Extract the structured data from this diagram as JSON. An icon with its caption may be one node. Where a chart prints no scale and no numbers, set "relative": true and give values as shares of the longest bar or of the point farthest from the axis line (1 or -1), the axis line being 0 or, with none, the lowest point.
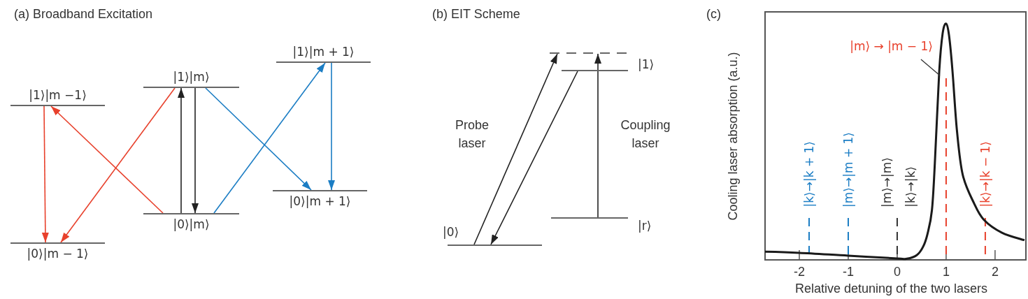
{
  "diagram": {
    "nodes": [
      {
        "text": [
          "|1⟩|m −1⟩"
        ]
      },
      {
        "text": [
          "|0⟩|m − 1⟩"
        ]
      },
      {
        "text": [
          "|1⟩|m⟩"
        ]
      },
      {
        "text": [
          "|0⟩|m⟩"
        ]
      },
      {
        "text": [
          "|1⟩|m + 1⟩"
        ]
      },
      {
        "text": [
          "|0⟩|m + 1⟩"
        ]
      },
      {
        "text": [],
        "shape": "line"
      },
      {
        "text": [
          "|1⟩"
        ]
      },
      {
        "text": [
          "|r⟩"
        ]
      },
      {
        "text": [
          "|0⟩"
        ]
      }
    ],
    "edges": [
      {
        "from": 0,
        "to": 1,
        "arrow": "to",
        "color": "#e8412c"
      },
      {
        "from": 3,
        "to": 0,
        "arrow": "to",
        "color": "#e8412c"
      },
      {
        "from": 2,
        "to": 1,
        "arrow": "to",
        "color": "#e8412c"
      },
      {
        "from": 3,
        "to": 2,
        "arrow": "to"
      },
      {
        "from": 2,
        "to": 3,
        "arrow": "to"
      },
      {
        "from": 2,
        "to": 5,
        "arrow": "to",
        "color": "#1b7dc4"
      },
      {
        "from": 3,
        "to": 4,
        "arrow": "to",
        "color": "#1b7dc4"
      },
      {
        "from": 4,
        "to": 5,
        "arrow": "to",
        "color": "#1b7dc4"
      },
      {
        "from": 9,
        "to": 6,
        "arrow": "to"
      },
      {
        "from": 7,
        "to": 9,
        "arrow": "to"
      },
      {
        "from": 8,
        "to": 6,
        "arrow": "to"
      }
    ],
    "labels": [
      "(a) Broadband Excitation",
      "(b) EIT Scheme",
      "(c)",
      "Probe laser",
      "Coupling laser",
      "|k⟩→|k⟩"
    ],
    "chart_data": {
      "type": "line",
      "xlabel": "Relative detuning of the two lasers",
      "ylabel": "Cooling laser absorption (a.u.)",
      "relative": true,
      "x": [
        -2.7,
        -2,
        -1,
        0,
        0.2,
        0.4,
        0.53,
        0.62,
        0.71,
        0.77,
        0.86,
        0.93,
        1,
        1.06,
        1.13,
        1.22,
        1.34,
        1.57,
        1.77,
        2.14,
        2.6
      ],
      "series": [
        {
          "color": "#1a1a1a",
          "values": [
            0.035,
            0.03,
            0.018,
            0.006,
            0.005,
            0.02,
            0.056,
            0.11,
            0.21,
            0.41,
            0.8,
            0.96,
            1,
            0.95,
            0.8,
            0.55,
            0.36,
            0.24,
            0.17,
            0.115,
            0.083
          ]
        }
      ],
      "xlim": [
        -2.7,
        2.63
      ],
      "xticks": [
        -2,
        -1,
        0,
        1,
        2
      ],
      "ref_lines": [
        {
          "axis": "x",
          "value": -1.8,
          "label": "|k⟩→|k + 1⟩",
          "color": "#1b7dc4"
        },
        {
          "axis": "x",
          "value": -1,
          "label": "|m⟩→|m + 1⟩",
          "color": "#1b7dc4"
        },
        {
          "axis": "x",
          "value": 0,
          "label": "|m⟩→|m⟩",
          "color": "#333333"
        },
        {
          "axis": "x",
          "value": 1,
          "label": "|m⟩ → |m − 1⟩",
          "color": "#e8412c"
        },
        {
          "axis": "x",
          "value": 1.8,
          "label": "|k⟩→|k − 1⟩",
          "color": "#e8412c"
        }
      ]
    }
  }
}
